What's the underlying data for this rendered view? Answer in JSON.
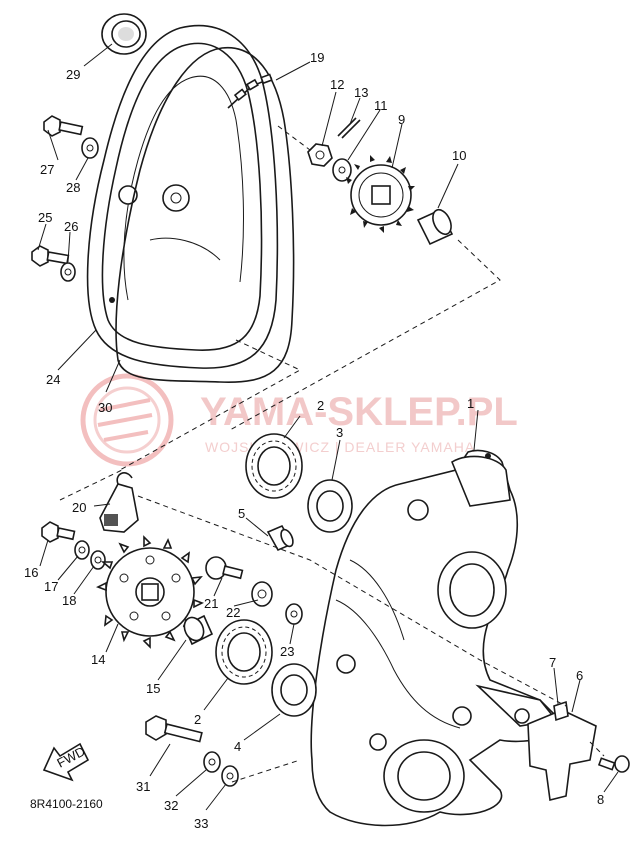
{
  "diagram_code": "8R4100-2160",
  "fwd_label": "FWD",
  "watermark": {
    "title": "YAMA-SKLEP.PL",
    "subtitle": "WOJSKI ŁOWICZ | DEALER YAMAHA"
  },
  "callouts": [
    "1",
    "2",
    "2",
    "3",
    "4",
    "5",
    "6",
    "7",
    "8",
    "9",
    "10",
    "11",
    "12",
    "13",
    "14",
    "15",
    "16",
    "17",
    "18",
    "19",
    "20",
    "21",
    "22",
    "23",
    "24",
    "25",
    "26",
    "27",
    "28",
    "29",
    "30",
    "31",
    "32",
    "33"
  ]
}
